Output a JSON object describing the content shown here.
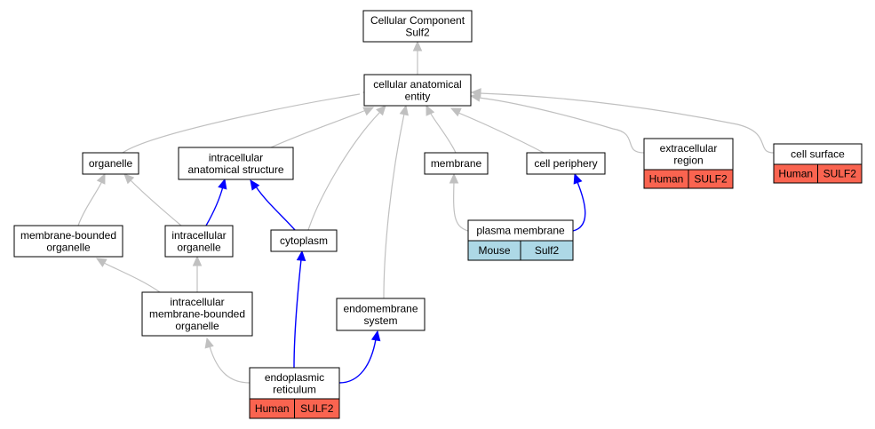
{
  "nodes": {
    "cc_root": {
      "lines": [
        "Cellular Component",
        "Sulf2"
      ]
    },
    "cae": {
      "lines": [
        "cellular anatomical",
        "entity"
      ]
    },
    "organelle": {
      "lines": [
        "organelle"
      ]
    },
    "ias": {
      "lines": [
        "intracellular",
        "anatomical structure"
      ]
    },
    "membrane": {
      "lines": [
        "membrane"
      ]
    },
    "cell_periphery": {
      "lines": [
        "cell periphery"
      ]
    },
    "extracellular_region": {
      "lines": [
        "extracellular",
        "region"
      ],
      "tags": [
        "Human",
        "SULF2"
      ]
    },
    "cell_surface": {
      "lines": [
        "cell surface"
      ],
      "tags": [
        "Human",
        "SULF2"
      ]
    },
    "mbo": {
      "lines": [
        "membrane-bounded",
        "organelle"
      ]
    },
    "io": {
      "lines": [
        "intracellular",
        "organelle"
      ]
    },
    "cytoplasm": {
      "lines": [
        "cytoplasm"
      ]
    },
    "plasma_membrane": {
      "lines": [
        "plasma membrane"
      ],
      "tags": [
        "Mouse",
        "Sulf2"
      ]
    },
    "imbo": {
      "lines": [
        "intracellular",
        "membrane-bounded",
        "organelle"
      ]
    },
    "endomembrane": {
      "lines": [
        "endomembrane",
        "system"
      ]
    },
    "er": {
      "lines": [
        "endoplasmic",
        "reticulum"
      ],
      "tags": [
        "Human",
        "SULF2"
      ]
    }
  },
  "edges": [
    {
      "from": "cae",
      "to": "cc_root",
      "color": "gray"
    },
    {
      "from": "organelle",
      "to": "cae",
      "color": "gray"
    },
    {
      "from": "ias",
      "to": "cae",
      "color": "gray"
    },
    {
      "from": "cytoplasm",
      "to": "cae",
      "color": "gray"
    },
    {
      "from": "endomembrane",
      "to": "cae",
      "color": "gray"
    },
    {
      "from": "membrane",
      "to": "cae",
      "color": "gray"
    },
    {
      "from": "cell_periphery",
      "to": "cae",
      "color": "gray"
    },
    {
      "from": "extracellular_region",
      "to": "cae",
      "color": "gray"
    },
    {
      "from": "cell_surface",
      "to": "cae",
      "color": "gray"
    },
    {
      "from": "mbo",
      "to": "organelle",
      "color": "gray"
    },
    {
      "from": "io",
      "to": "organelle",
      "color": "gray"
    },
    {
      "from": "io",
      "to": "ias",
      "color": "blue"
    },
    {
      "from": "cytoplasm",
      "to": "ias",
      "color": "blue"
    },
    {
      "from": "plasma_membrane",
      "to": "membrane",
      "color": "gray"
    },
    {
      "from": "plasma_membrane",
      "to": "cell_periphery",
      "color": "blue"
    },
    {
      "from": "imbo",
      "to": "mbo",
      "color": "gray"
    },
    {
      "from": "imbo",
      "to": "io",
      "color": "gray"
    },
    {
      "from": "er",
      "to": "imbo",
      "color": "gray"
    },
    {
      "from": "er",
      "to": "cytoplasm",
      "color": "blue"
    },
    {
      "from": "er",
      "to": "endomembrane",
      "color": "blue"
    }
  ],
  "colors": {
    "gray_edge": "#c0c0c0",
    "blue_edge": "#0000ff",
    "human_tag": "#fa6450",
    "mouse_tag": "#add8e6"
  }
}
